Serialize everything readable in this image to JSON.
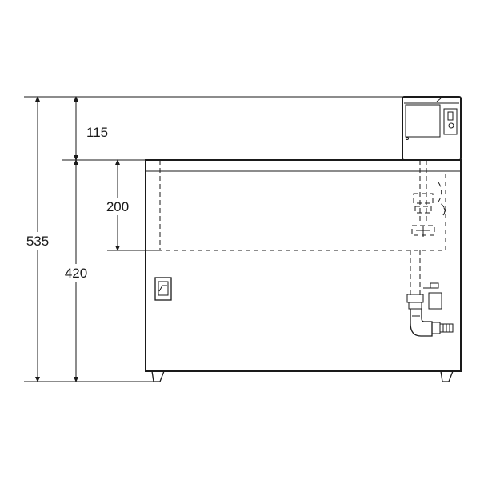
{
  "dimensions": {
    "total_height": "535",
    "top_unit_height": "115",
    "body_height": "420",
    "inner_depth": "200"
  },
  "colors": {
    "line": "#1a1a1a",
    "background": "#ffffff"
  }
}
